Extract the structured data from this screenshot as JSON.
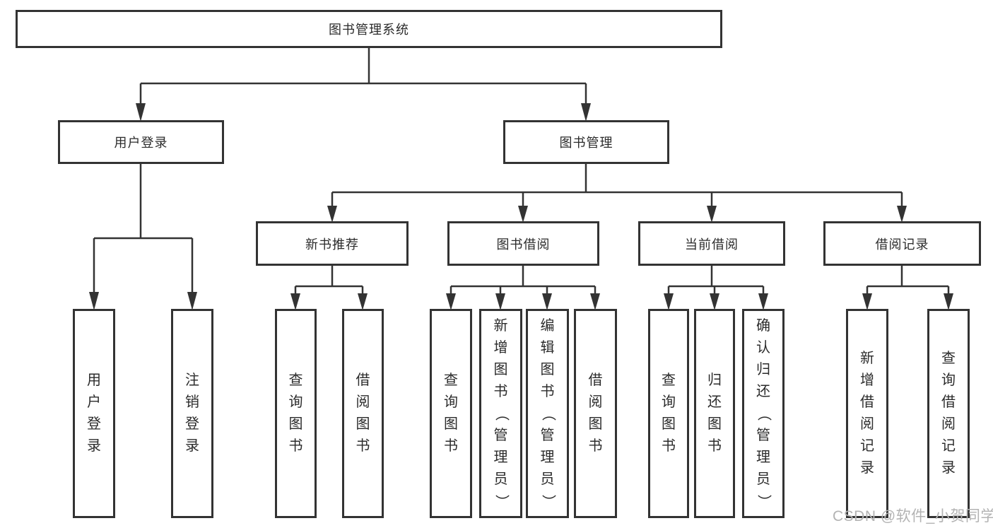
{
  "diagram": {
    "title": "图书管理系统",
    "colors": {
      "line": "#333333",
      "box_border": "#333333",
      "text": "#2b2b2b",
      "watermark": "#b3b3b3",
      "background": "#ffffff"
    },
    "root": {
      "label": "图书管理系统"
    },
    "level2": [
      {
        "id": "user-login",
        "label": "用户登录"
      },
      {
        "id": "book-management",
        "label": "图书管理"
      }
    ],
    "level3": [
      {
        "id": "new-book-recommend",
        "label": "新书推荐"
      },
      {
        "id": "book-borrow",
        "label": "图书借阅"
      },
      {
        "id": "current-borrow",
        "label": "当前借阅"
      },
      {
        "id": "borrow-records",
        "label": "借阅记录"
      }
    ],
    "leaves": {
      "user_login": [
        {
          "label": "用户登录"
        },
        {
          "label": "注销登录"
        }
      ],
      "new_book_recommend": [
        {
          "label": "查询图书"
        },
        {
          "label": "借阅图书"
        }
      ],
      "book_borrow": [
        {
          "label": "查询图书"
        },
        {
          "label": "新增图书（管理员）"
        },
        {
          "label": "编辑图书（管理员）"
        },
        {
          "label": "借阅图书"
        }
      ],
      "current_borrow": [
        {
          "label": "查询图书"
        },
        {
          "label": "归还图书"
        },
        {
          "label": "确认归还（管理员）"
        }
      ],
      "borrow_records": [
        {
          "label": "新增借阅记录"
        },
        {
          "label": "查询借阅记录"
        }
      ]
    },
    "watermark": "CSDN @软件_小贺同学"
  }
}
